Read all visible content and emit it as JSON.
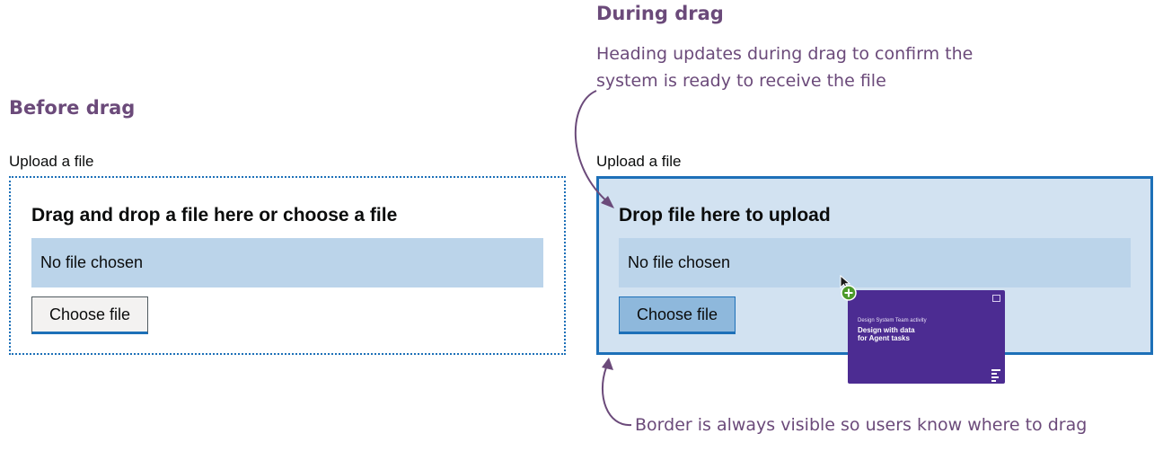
{
  "before": {
    "title": "Before drag",
    "label": "Upload a file",
    "heading": "Drag and drop a file here or choose a file",
    "status": "No file chosen",
    "button": "Choose file"
  },
  "during": {
    "title": "During drag",
    "label": "Upload a file",
    "heading": "Drop file here to upload",
    "status": "No file chosen",
    "button": "Choose file"
  },
  "annotations": {
    "heading_note_line1": "Heading updates during drag to confirm the",
    "heading_note_line2": "system is ready to receive the file",
    "border_note": "Border is always visible so users know where to drag"
  },
  "dragged_file": {
    "subtitle": "Design System Team activity",
    "title_line1": "Design with data",
    "title_line2": "for Agent tasks",
    "badge_icon": "plus-icon",
    "cursor_icon": "arrow-cursor-icon"
  },
  "colors": {
    "accent_purple": "#6b4a7a",
    "focus_blue": "#1d70b8",
    "drop_background": "#d2e2f1",
    "status_background": "#bbd4ea",
    "card_purple": "#4c2c92",
    "badge_green": "#4c9a2a"
  }
}
